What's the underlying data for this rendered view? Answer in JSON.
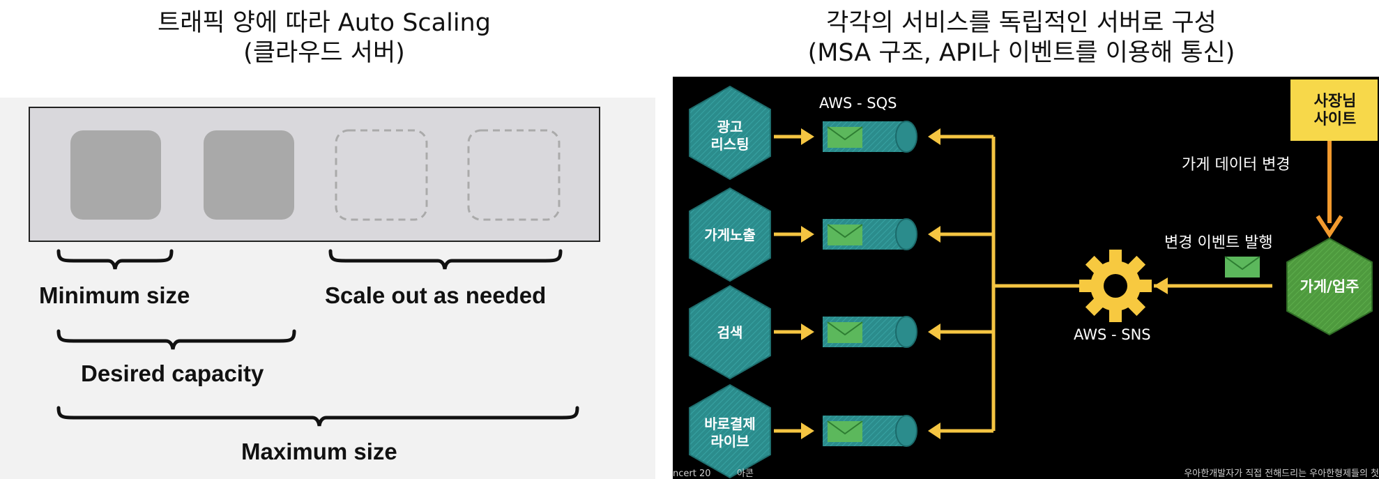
{
  "left": {
    "title_line1": "트래픽 양에 따라 Auto Scaling",
    "title_line2": "(클라우드 서버)",
    "min_label": "Minimum size",
    "scale_label": "Scale out as needed",
    "desired_label": "Desired capacity",
    "max_label": "Maximum size"
  },
  "right": {
    "title_line1": "각각의 서비스를 독립적인 서버로 구성",
    "title_line2": "(MSA 구조, API나 이벤트를 이용해 통신)",
    "sqs_label": "AWS - SQS",
    "services": [
      {
        "line1": "광고",
        "line2": "리스팅"
      },
      {
        "line1": "가게노출",
        "line2": ""
      },
      {
        "line1": "검색",
        "line2": ""
      },
      {
        "line1": "바로결제",
        "line2": "라이브"
      }
    ],
    "sns_label": "AWS - SNS",
    "owner_site_line1": "사장님",
    "owner_site_line2": "사이트",
    "data_change_label": "가게 데이터 변경",
    "event_label": "변경 이벤트 발행",
    "store_label": "가게/업주",
    "footer_left": "ncert 20",
    "footer_left2": "아콘",
    "footer_right": "우아한개발자가 직접 전해드리는 우아한형제들의 첫"
  },
  "colors": {
    "hex_teal": "#2b8c8c",
    "hex_green": "#4e9a3e",
    "arrow_yellow": "#f5c542",
    "arrow_orange": "#f29a2e",
    "owner_yellow": "#f7d84a",
    "envelope_green": "#5cb85c"
  }
}
